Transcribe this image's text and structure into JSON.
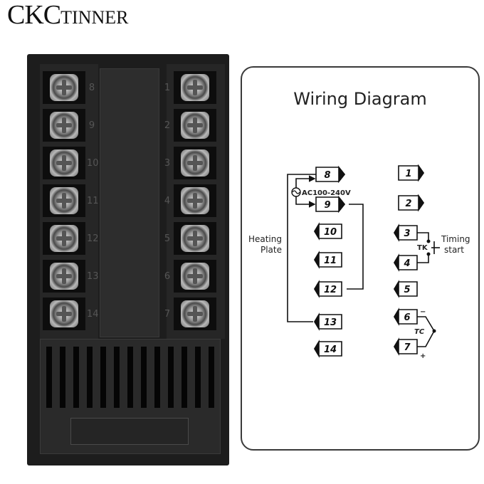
{
  "brand": {
    "prefix": "CKC",
    "suffix": "TINNER"
  },
  "device": {
    "left_terminals": [
      "8",
      "9",
      "10",
      "11",
      "12",
      "13",
      "14"
    ],
    "right_terminals": [
      "1",
      "2",
      "3",
      "4",
      "5",
      "6",
      "7"
    ],
    "vent_slot_count": 13
  },
  "wiring": {
    "title": "Wiring Diagram",
    "power_label": "AC100-240V",
    "heating_label_line1": "Heating",
    "heating_label_line2": "Plate",
    "timing_label_line1": "Timing",
    "timing_label_line2": "start",
    "switch_label": "TK",
    "thermocouple_label": "TC",
    "minus_sign": "−",
    "plus_sign": "+",
    "left_pins": [
      "8",
      "9",
      "10",
      "11",
      "12",
      "13",
      "14"
    ],
    "right_pins": [
      "1",
      "2",
      "3",
      "4",
      "5",
      "6",
      "7"
    ]
  },
  "colors": {
    "device_body": "#1d1d1d",
    "line": "#111111",
    "card_border": "#3a3a3a"
  }
}
